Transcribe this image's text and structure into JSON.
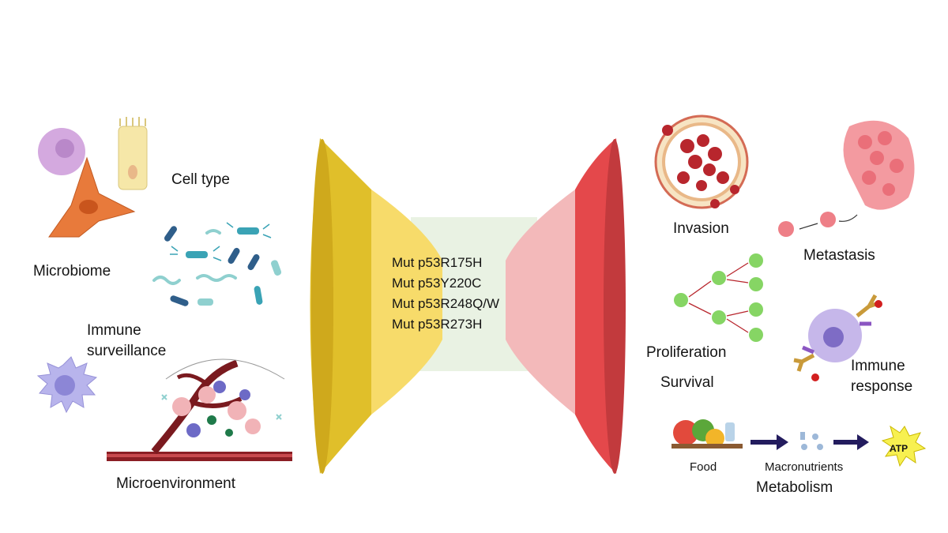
{
  "left_factors": {
    "cell_type": "Cell type",
    "microbiome": "Microbiome",
    "immune_surveillance": [
      "Immune",
      "surveillance"
    ],
    "microenvironment": "Microenvironment"
  },
  "center": {
    "mutations": [
      "Mut p53R175H",
      "Mut p53Y220C",
      "Mut p53R248Q/W",
      "Mut p53R273H"
    ],
    "colors": {
      "left_funnel": "#e2c22e",
      "left_inner": "#f7db6a",
      "right_funnel": "#e6484c",
      "right_inner": "#f2b7b8",
      "waist": "#e8f1e2"
    }
  },
  "right_outcomes": {
    "invasion": "Invasion",
    "metastasis": "Metastasis",
    "proliferation": "Proliferation",
    "survival": "Survival",
    "immune_response": [
      "Immune",
      "response"
    ],
    "food": "Food",
    "macronutrients": "Macronutrients",
    "atp": "ATP",
    "metabolism": "Metabolism"
  }
}
